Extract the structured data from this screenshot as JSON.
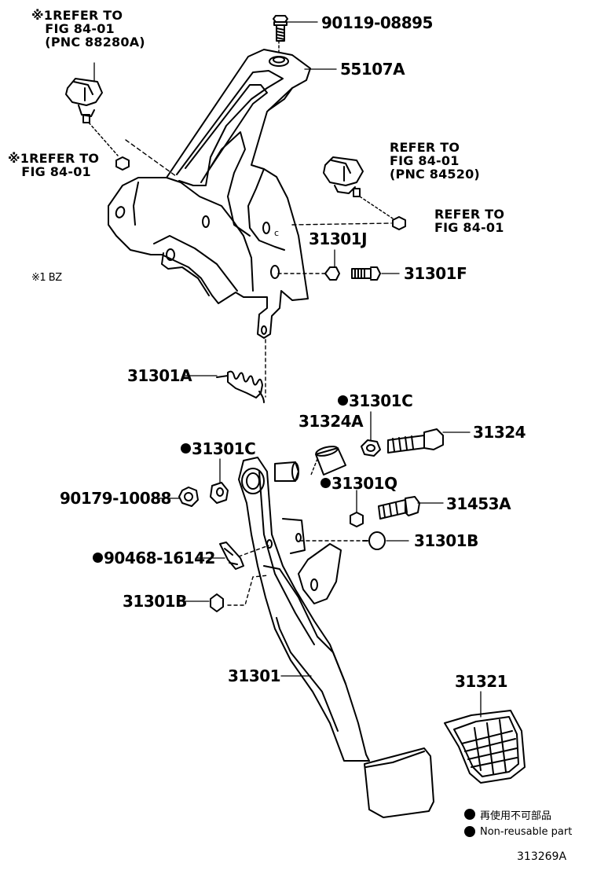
{
  "labels": {
    "p90119_08895": "90119-08895",
    "p55107A": "55107A",
    "p31301J": "31301J",
    "p31301F": "31301F",
    "p31301A": "31301A",
    "p31301C_a": "31301C",
    "p31324A": "31324A",
    "p31324": "31324",
    "p31301C_b": "31301C",
    "p90179_10088": "90179-10088",
    "p31301Q": "31301Q",
    "p31453A": "31453A",
    "p31301B_a": "31301B",
    "p90468_16142": "90468-16142",
    "p31301B_b": "31301B",
    "p31301": "31301",
    "p31321": "31321"
  },
  "refs": {
    "ref1": "※1REFER TO\n   FIG 84-01\n   (PNC 88280A)",
    "ref2": "※1REFER TO\n   FIG 84-01",
    "ref3": "REFER TO\nFIG 84-01\n(PNC 84520)",
    "ref4": "REFER TO\nFIG 84-01",
    "note_bz": "※1 BZ"
  },
  "legend": {
    "line1": "再使用不可部品",
    "line2": "Non-reusable part"
  },
  "footer_code": "313269A"
}
